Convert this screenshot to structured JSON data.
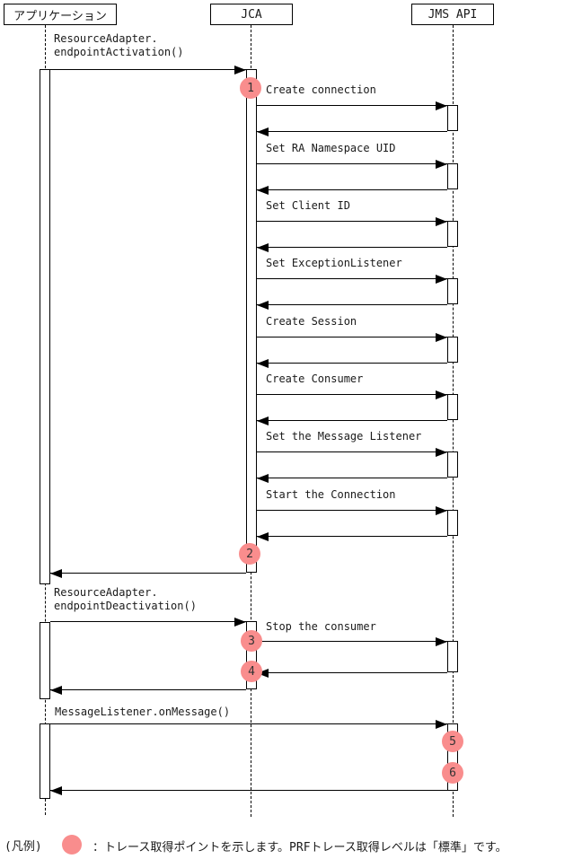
{
  "diagram": {
    "actors": [
      {
        "label": "アプリケーション"
      },
      {
        "label": "JCA"
      },
      {
        "label": "JMS API"
      }
    ],
    "messages": {
      "endpoint_activation": "ResourceAdapter.\nendpointActivation()",
      "endpoint_deactivation": "ResourceAdapter.\nendpointDeactivation()",
      "stop_consumer": "Stop the consumer",
      "on_message": "MessageListener.onMessage()"
    },
    "jms_calls": [
      {
        "label": "Create connection"
      },
      {
        "label": "Set RA Namespace UID"
      },
      {
        "label": "Set Client ID"
      },
      {
        "label": "Set ExceptionListener"
      },
      {
        "label": "Create Session"
      },
      {
        "label": "Create Consumer"
      },
      {
        "label": "Set the Message Listener"
      },
      {
        "label": "Start the Connection"
      }
    ],
    "trace_points": [
      "1",
      "2",
      "3",
      "4",
      "5",
      "6"
    ],
    "colors": {
      "trace_point": "#f98d8d",
      "line": "#000000"
    }
  },
  "legend": {
    "label": "(凡例)",
    "text": "：トレース取得ポイントを示します。PRFトレース取得レベルは「標準」です。",
    "marker_color": "#f98d8d"
  }
}
